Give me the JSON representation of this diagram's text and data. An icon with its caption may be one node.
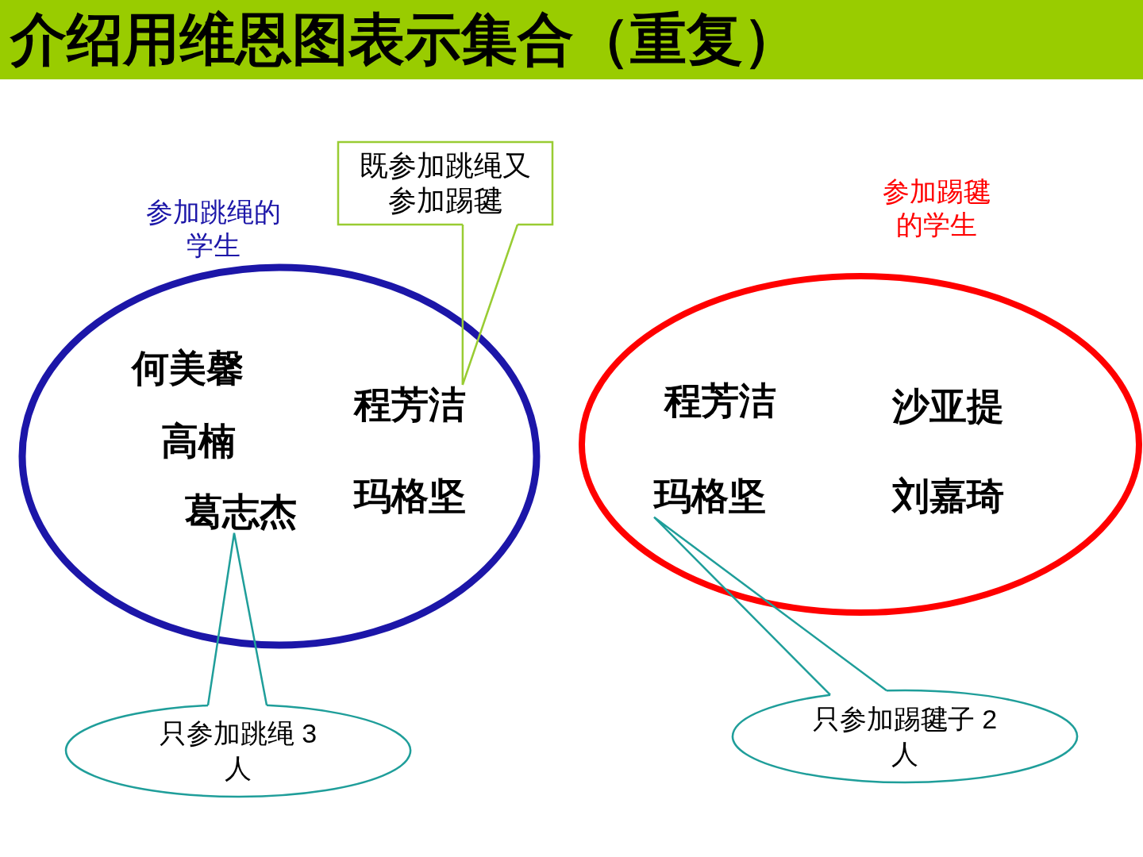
{
  "diagram": {
    "title": "介绍用维恩图表示集合（重复）",
    "nodes": [
      {
        "text": [
          "既参加跳绳又参加踢毽"
        ]
      },
      {
        "text": [
          "参加跳绳的学生"
        ]
      },
      {
        "text": [
          "何美馨"
        ],
        "in": 1
      },
      {
        "text": [
          "高楠"
        ],
        "in": 1
      },
      {
        "text": [
          "葛志杰"
        ],
        "in": 1
      },
      {
        "text": [
          "程芳洁"
        ],
        "in": 1
      },
      {
        "text": [
          "玛格坚"
        ],
        "in": 1
      },
      {
        "text": [
          "参加踢毽的学生"
        ]
      },
      {
        "text": [
          "程芳洁"
        ],
        "in": 7
      },
      {
        "text": [
          "沙亚提"
        ],
        "in": 7
      },
      {
        "text": [
          "玛格坚"
        ],
        "in": 7
      },
      {
        "text": [
          "刘嘉琦"
        ],
        "in": 7
      },
      {
        "text": [
          "只参加跳绳 3 人"
        ]
      },
      {
        "text": [
          "只参加踢毽子 2 人"
        ]
      }
    ],
    "edges": [
      {
        "from": 0,
        "to": 5,
        "arrow": "none",
        "color": "#99cc33"
      },
      {
        "from": 12,
        "to": 4,
        "arrow": "none"
      },
      {
        "from": 13,
        "to": 10,
        "arrow": "none"
      }
    ]
  }
}
